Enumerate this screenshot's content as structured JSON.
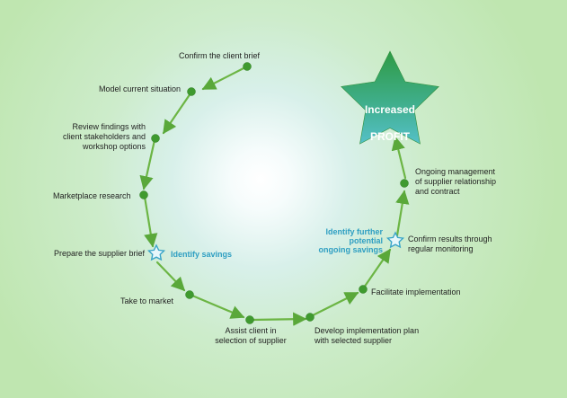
{
  "steps": [
    {
      "label": "Confirm the client brief"
    },
    {
      "label": "Model current situation"
    },
    {
      "label": "Review findings with\nclient stakeholders and\nworkshop options"
    },
    {
      "label": "Marketplace research"
    },
    {
      "label": "Prepare the supplier brief"
    },
    {
      "label": "Take to market"
    },
    {
      "label": "Assist client in\nselection of supplier"
    },
    {
      "label": "Develop implementation plan\nwith selected supplier"
    },
    {
      "label": "Facilitate implementation"
    },
    {
      "label": "Confirm results through\nregular monitoring"
    },
    {
      "label": "Ongoing management\nof supplier relationship\nand contract"
    }
  ],
  "highlights": {
    "identify_savings": "Identify savings",
    "identify_further": "Identify further\npotential\nongoing savings"
  },
  "goal": {
    "line1": "Increased",
    "line2": "PROFIT"
  },
  "colors": {
    "background": "#cdeec0",
    "node": "#3f9a2f",
    "arrow": "#5aa83a",
    "star_fill": "#4db6a8",
    "star_top": "#3aa14a",
    "highlight_text": "#2f9fc2"
  }
}
